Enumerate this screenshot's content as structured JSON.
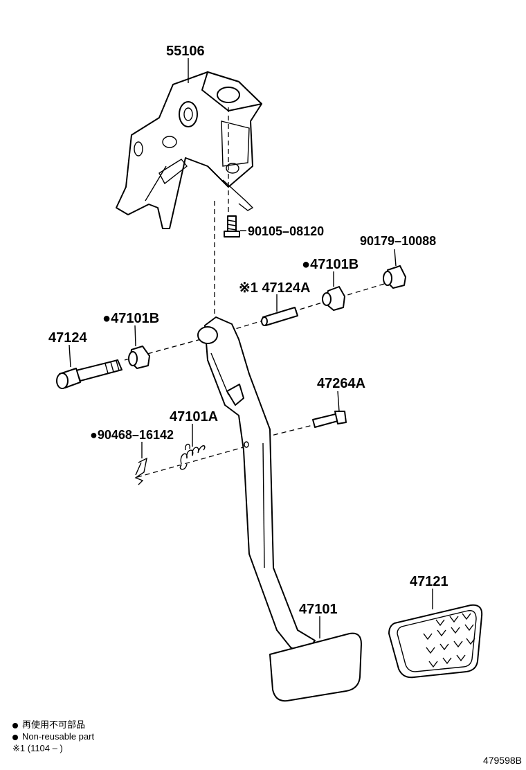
{
  "parts": {
    "p55106": "55106",
    "p90105": "90105–08120",
    "p90179": "90179–10088",
    "p47101b_top": "●47101B",
    "p47124a": "※1 47124A",
    "p47101b_left": "●47101B",
    "p47124": "47124",
    "p47264a": "47264A",
    "p47101a": "47101A",
    "p90468": "●90468–16142",
    "p47121": "47121",
    "p47101": "47101"
  },
  "legend": {
    "nonreusable_jp": "再使用不可部品",
    "nonreusable_en": "Non-reusable part",
    "note1": "※1 (1104 –        )"
  },
  "diagram_code": "479598B"
}
